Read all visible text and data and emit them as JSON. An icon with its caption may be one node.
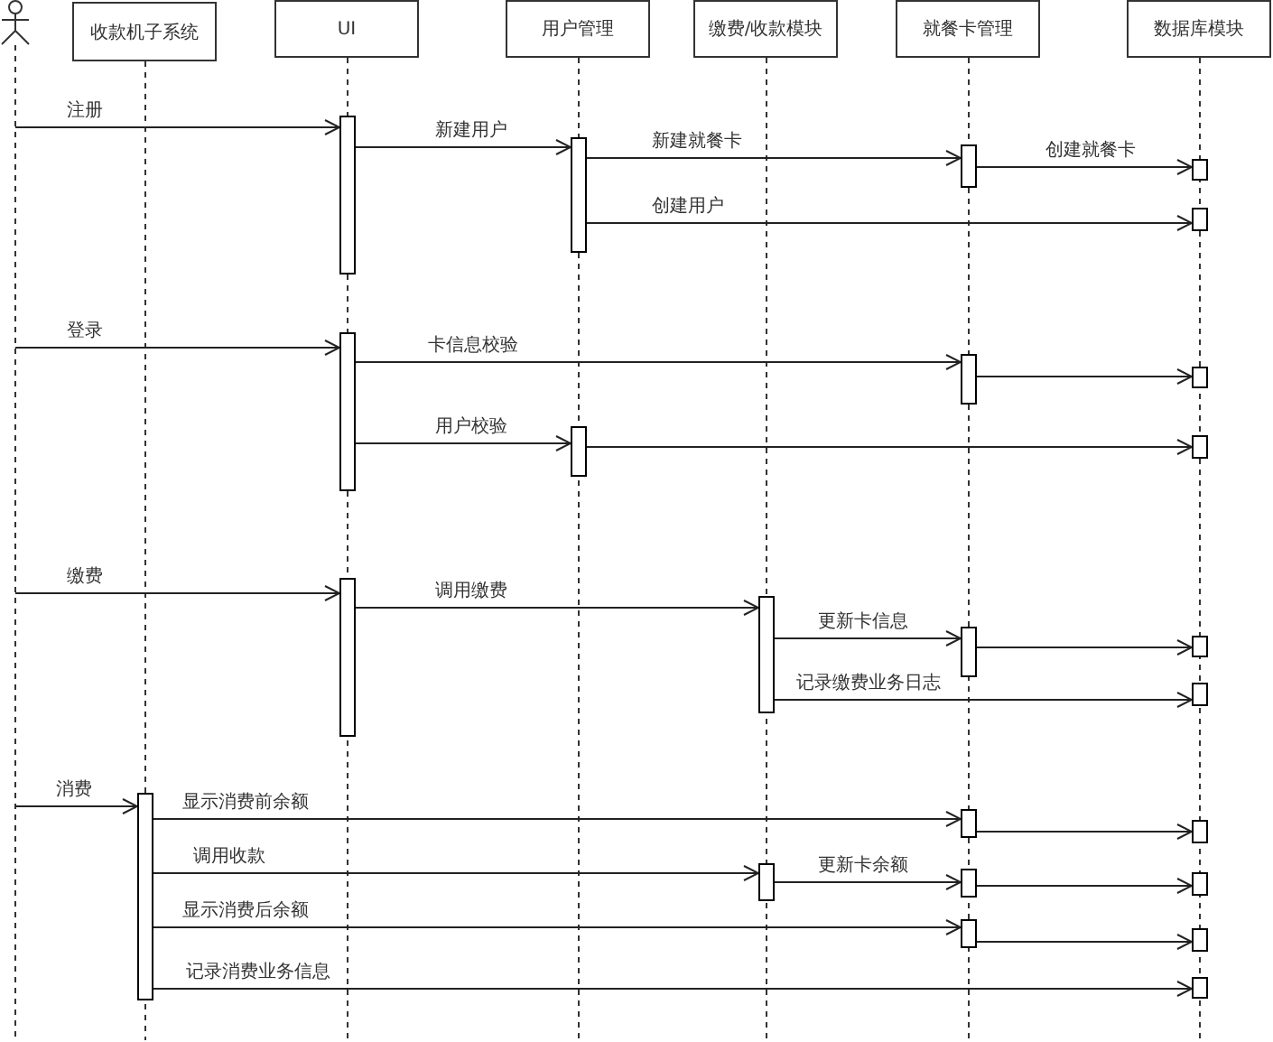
{
  "diagram": {
    "nodes": [
      {
        "text": [],
        "shape": "person"
      },
      {
        "text": [
          "收款机子系统"
        ]
      },
      {
        "text": [
          "UI"
        ]
      },
      {
        "text": [
          "用户管理"
        ]
      },
      {
        "text": [
          "缴费/收款模块"
        ]
      },
      {
        "text": [
          "就餐卡管理"
        ]
      },
      {
        "text": [
          "数据库模块"
        ]
      },
      {
        "text": [],
        "shape": "bar"
      },
      {
        "text": [],
        "shape": "bar"
      },
      {
        "text": [],
        "shape": "bar"
      },
      {
        "text": [],
        "shape": "bar"
      },
      {
        "text": [],
        "shape": "bar"
      },
      {
        "text": [],
        "shape": "bar"
      },
      {
        "text": [],
        "shape": "bar"
      },
      {
        "text": [],
        "shape": "bar"
      },
      {
        "text": [],
        "shape": "bar"
      },
      {
        "text": [],
        "shape": "bar"
      },
      {
        "text": [],
        "shape": "bar"
      },
      {
        "text": [],
        "shape": "bar"
      },
      {
        "text": [],
        "shape": "bar"
      },
      {
        "text": [],
        "shape": "bar"
      },
      {
        "text": [],
        "shape": "bar"
      },
      {
        "text": [],
        "shape": "bar"
      },
      {
        "text": [],
        "shape": "bar"
      },
      {
        "text": [],
        "shape": "bar"
      },
      {
        "text": [],
        "shape": "bar"
      },
      {
        "text": [],
        "shape": "bar"
      },
      {
        "text": [],
        "shape": "bar"
      },
      {
        "text": [],
        "shape": "bar"
      },
      {
        "text": [],
        "shape": "bar"
      },
      {
        "text": [],
        "shape": "bar"
      }
    ],
    "edges": [
      {
        "from": null,
        "to": 7,
        "arrow": "to",
        "label": "注册"
      },
      {
        "from": 7,
        "to": 8,
        "arrow": "to",
        "label": "新建用户"
      },
      {
        "from": 8,
        "to": 9,
        "arrow": "to",
        "label": "新建就餐卡"
      },
      {
        "from": 9,
        "to": 10,
        "arrow": "to",
        "label": "创建就餐卡"
      },
      {
        "from": 8,
        "to": 11,
        "arrow": "to",
        "label": "创建用户"
      },
      {
        "from": null,
        "to": 12,
        "arrow": "to",
        "label": "登录"
      },
      {
        "from": 12,
        "to": 13,
        "arrow": "to",
        "label": "卡信息校验"
      },
      {
        "from": 13,
        "to": 14,
        "arrow": "to"
      },
      {
        "from": 12,
        "to": 15,
        "arrow": "to",
        "label": "用户校验"
      },
      {
        "from": 15,
        "to": 16,
        "arrow": "to"
      },
      {
        "from": null,
        "to": 17,
        "arrow": "to",
        "label": "缴费"
      },
      {
        "from": 17,
        "to": 18,
        "arrow": "to",
        "label": "调用缴费"
      },
      {
        "from": 18,
        "to": 19,
        "arrow": "to",
        "label": "更新卡信息"
      },
      {
        "from": 19,
        "to": 20,
        "arrow": "to"
      },
      {
        "from": 18,
        "to": 21,
        "arrow": "to",
        "label": "记录缴费业务日志"
      },
      {
        "from": null,
        "to": 22,
        "arrow": "to",
        "label": "消费"
      },
      {
        "from": 22,
        "to": 23,
        "arrow": "to",
        "label": "显示消费前余额"
      },
      {
        "from": 23,
        "to": 24,
        "arrow": "to"
      },
      {
        "from": 22,
        "to": 25,
        "arrow": "to",
        "label": "调用收款"
      },
      {
        "from": 25,
        "to": 26,
        "arrow": "to",
        "label": "更新卡余额"
      },
      {
        "from": 26,
        "to": 27,
        "arrow": "to"
      },
      {
        "from": 22,
        "to": 28,
        "arrow": "to",
        "label": "显示消费后余额"
      },
      {
        "from": 28,
        "to": 29,
        "arrow": "to"
      },
      {
        "from": 22,
        "to": 30,
        "arrow": "to",
        "label": "记录消费业务信息"
      }
    ]
  }
}
